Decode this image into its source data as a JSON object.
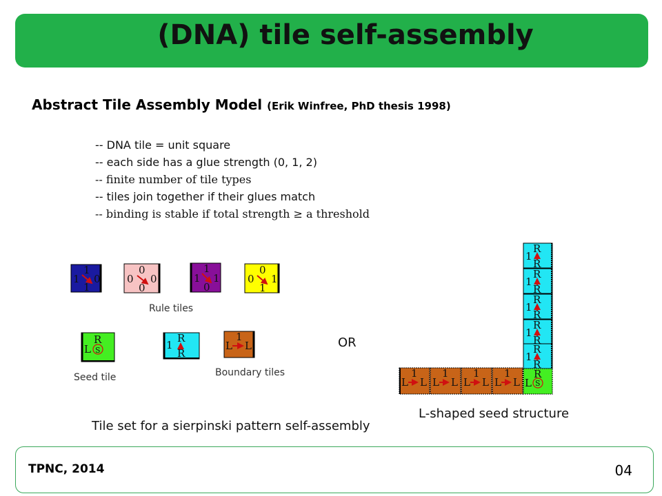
{
  "title": "(DNA) tile self-assembly",
  "subtitle": {
    "main": "Abstract Tile Assembly Model",
    "paren": "(Erik Winfree, PhD thesis 1998)"
  },
  "bullets": [
    "-- DNA tile = unit square",
    "-- each side has a glue strength (0, 1, 2)",
    "-- finite number of  tile types",
    "-- tiles join together if their glues match",
    "-- binding is stable if total strength ≥ a threshold"
  ],
  "labels": {
    "rule_tiles": "Rule tiles",
    "seed_tile": "Seed tile",
    "boundary_tiles": "Boundary tiles",
    "or": "OR",
    "tileset_caption": "Tile set for a sierpinski pattern self-assembly",
    "seed_structure_caption": "L-shaped seed structure"
  },
  "colors": {
    "title_bar": "#22b04a",
    "blue_tile": "#1a1aa0",
    "pink_tile": "#f7c3c3",
    "purple_tile": "#880f99",
    "yellow_tile": "#ffff00",
    "green_tile": "#44ee22",
    "cyan_tile": "#22e6f4",
    "brown_tile": "#c86418"
  },
  "tiles": {
    "rule": [
      {
        "color": "blue_tile",
        "top": "1",
        "left": "1",
        "right": "0",
        "bottom": "1"
      },
      {
        "color": "pink_tile",
        "top": "0",
        "left": "0",
        "right": "0",
        "bottom": "0"
      },
      {
        "color": "purple_tile",
        "top": "1",
        "left": "1",
        "right": "1",
        "bottom": "0"
      },
      {
        "color": "yellow_tile",
        "top": "0",
        "left": "0",
        "right": "1",
        "bottom": "1"
      }
    ],
    "seed": {
      "color": "green_tile",
      "top": "R",
      "left": "L",
      "center": "S"
    },
    "boundary": [
      {
        "color": "cyan_tile",
        "top": "R",
        "left": "1",
        "bottom": "R"
      },
      {
        "color": "brown_tile",
        "top": "1",
        "left": "L",
        "right": "L"
      }
    ]
  },
  "footer": {
    "left": "TPNC, 2014",
    "right": "04"
  }
}
